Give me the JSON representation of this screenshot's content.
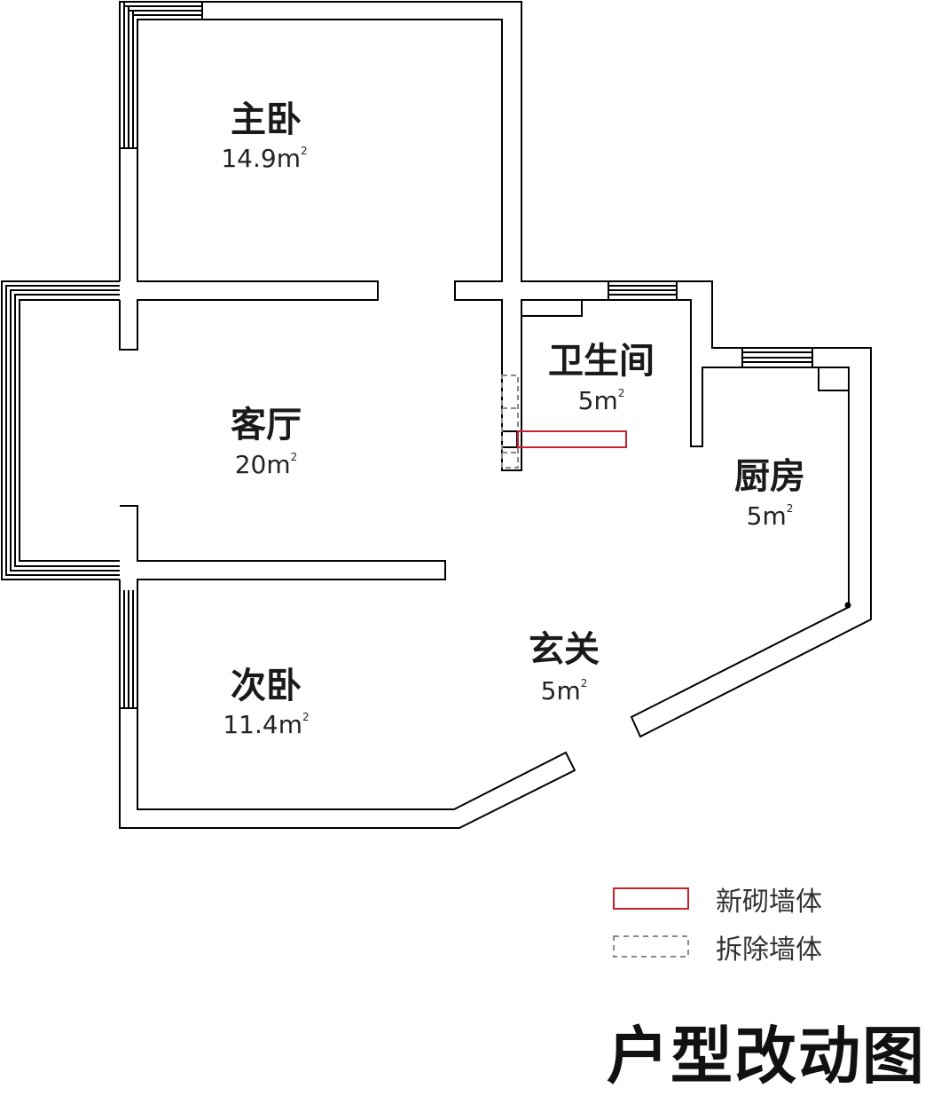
{
  "title": "户型改动图",
  "area_unit": "m",
  "area_sup": "2",
  "rooms": {
    "master_bedroom": {
      "name": "主卧",
      "area": "14.9"
    },
    "bathroom": {
      "name": "卫生间",
      "area": "5"
    },
    "living_room": {
      "name": "客厅",
      "area": "20"
    },
    "kitchen": {
      "name": "厨房",
      "area": "5"
    },
    "entrance": {
      "name": "玄关",
      "area": "5"
    },
    "second_bedroom": {
      "name": "次卧",
      "area": "11.4"
    }
  },
  "legend": {
    "new_wall": "新砌墙体",
    "removed_wall": "拆除墙体"
  },
  "colors": {
    "wall": "#000000",
    "new_wall": "#c8202c",
    "removed_wall": "#8a8a8a"
  }
}
